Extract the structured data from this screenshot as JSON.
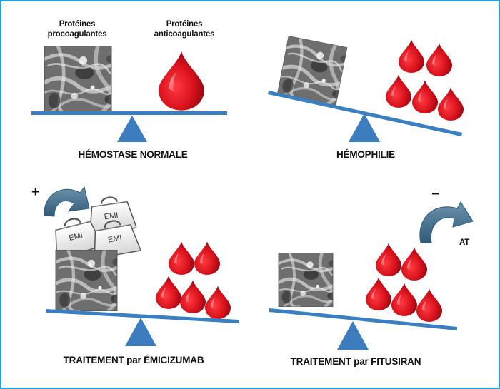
{
  "colors": {
    "border": "#2a9ed6",
    "beam": "#3a7fc1",
    "fulcrum": "#3e7cc0",
    "blood_light": "#e8202a",
    "blood_dark": "#8e0a12",
    "arrow": "#3f6f91"
  },
  "panels": {
    "normal": {
      "title": "HÉMOSTASE NORMALE",
      "pro_label_line1": "Protéines",
      "pro_label_line2": "procoagulantes",
      "anti_label_line1": "Protéines",
      "anti_label_line2": "anticoagulantes"
    },
    "hemophilia": {
      "title": "HÉMOPHILIE"
    },
    "emicizumab": {
      "title": "TRAITEMENT par ÉMICIZUMAB",
      "sign": "+",
      "weight_labels": [
        "EMI",
        "EMI",
        "EMI"
      ]
    },
    "fitusiran": {
      "title": "TRAITEMENT par FITUSIRAN",
      "sign": "−",
      "target_label": "AT"
    }
  },
  "icons": {
    "procoagulant": "fibrin-micrograph-icon",
    "anticoagulant": "blood-drop-icon",
    "weight": "weight-icon",
    "arrow": "curved-arrow-icon",
    "fulcrum": "triangle-fulcrum-icon"
  }
}
